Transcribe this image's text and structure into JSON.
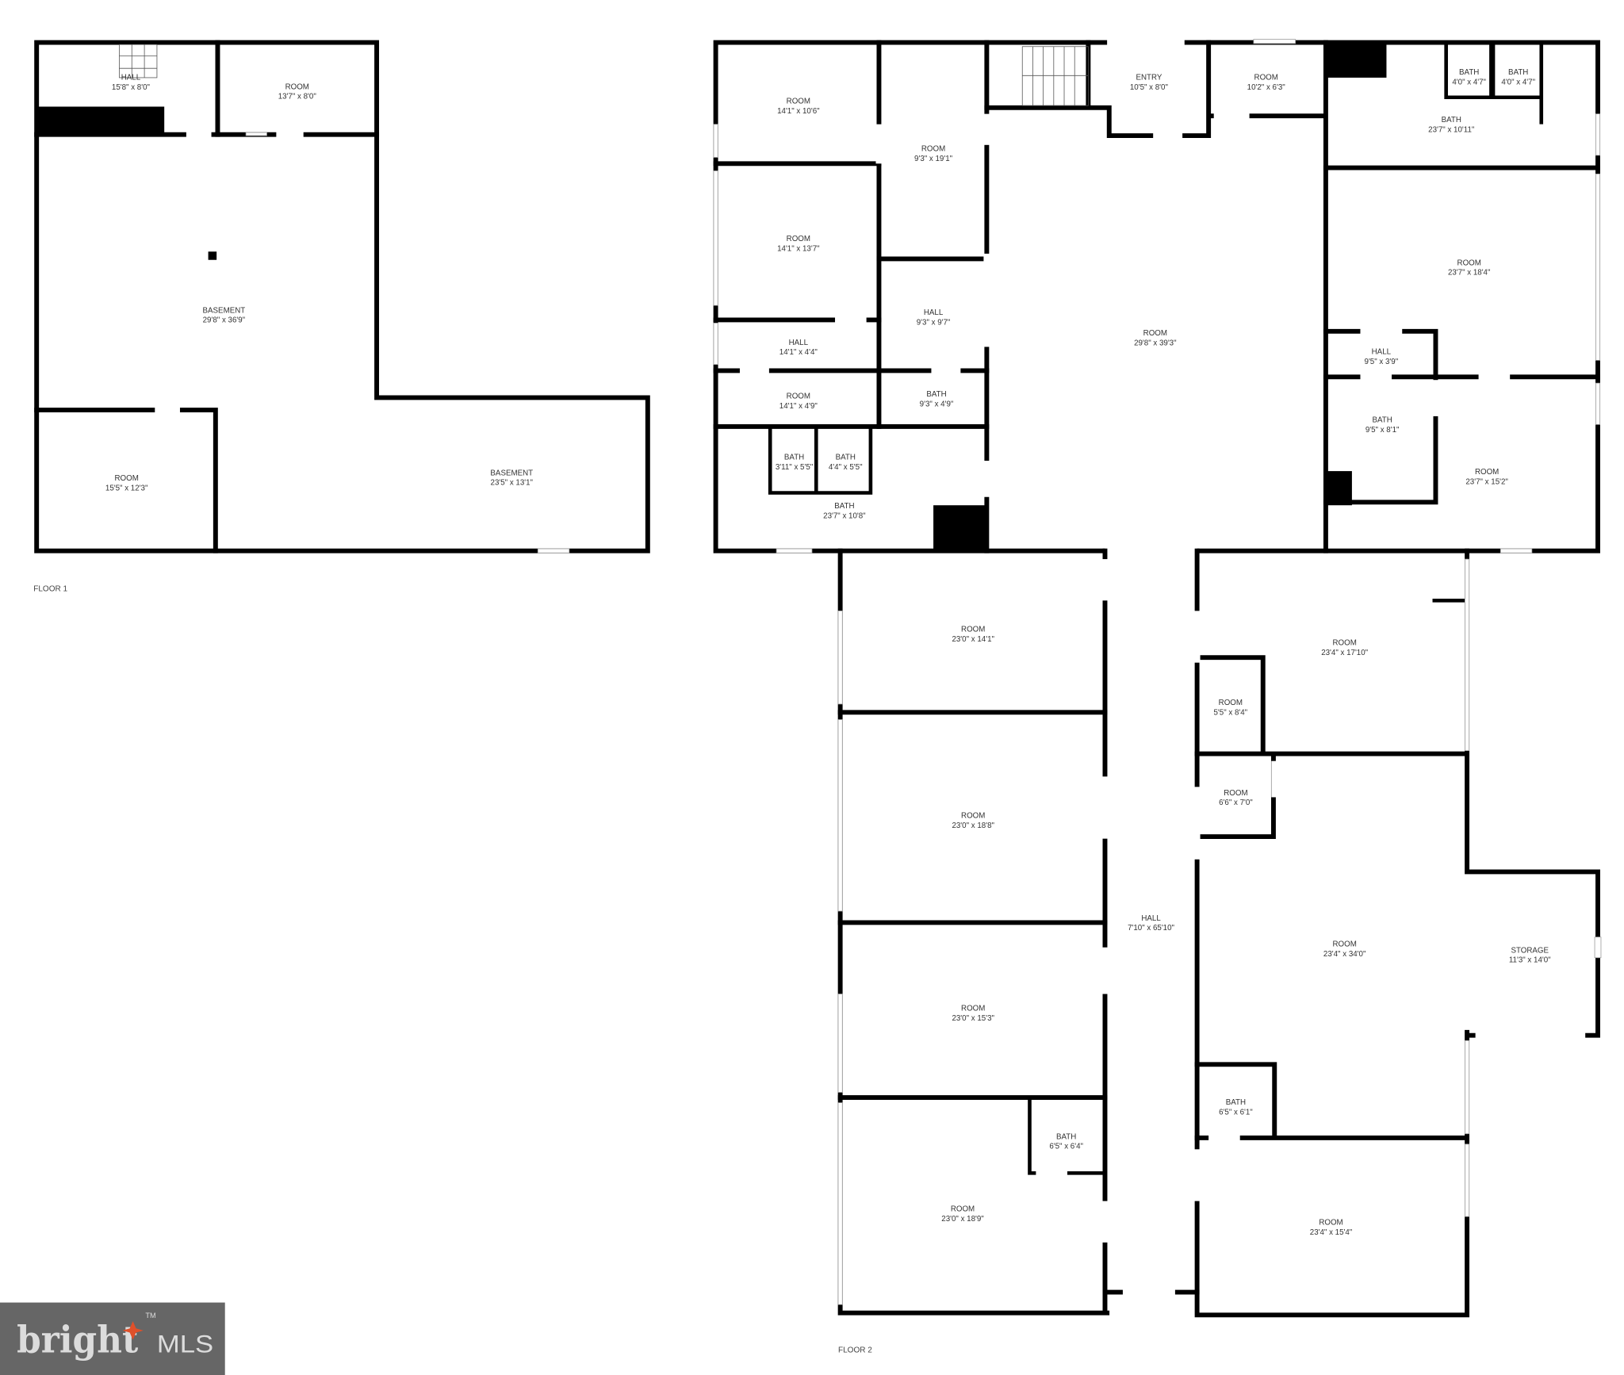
{
  "floor1": {
    "label": "FLOOR 1",
    "rooms": [
      {
        "name": "HALL",
        "size": "15'8\" x 8'0\""
      },
      {
        "name": "ROOM",
        "size": "13'7\" x 8'0\""
      },
      {
        "name": "BASEMENT",
        "size": "29'8\" x 36'9\""
      },
      {
        "name": "ROOM",
        "size": "15'5\" x 12'3\""
      },
      {
        "name": "BASEMENT",
        "size": "23'5\" x 13'1\""
      }
    ]
  },
  "floor2": {
    "label": "FLOOR 2",
    "rooms": [
      {
        "name": "ROOM",
        "size": "14'1\" x 10'6\""
      },
      {
        "name": "ROOM",
        "size": "9'3\" x 19'1\""
      },
      {
        "name": "ENTRY",
        "size": "10'5\" x 8'0\""
      },
      {
        "name": "ROOM",
        "size": "10'2\" x 6'3\""
      },
      {
        "name": "BATH",
        "size": "4'0\" x 4'7\""
      },
      {
        "name": "BATH",
        "size": "4'0\" x 4'7\""
      },
      {
        "name": "BATH",
        "size": "23'7\" x 10'11\""
      },
      {
        "name": "ROOM",
        "size": "14'1\" x 13'7\""
      },
      {
        "name": "ROOM",
        "size": "29'8\" x 39'3\""
      },
      {
        "name": "ROOM",
        "size": "23'7\" x 18'4\""
      },
      {
        "name": "HALL",
        "size": "9'3\" x 9'7\""
      },
      {
        "name": "HALL",
        "size": "14'1\" x 4'4\""
      },
      {
        "name": "HALL",
        "size": "9'5\" x 3'9\""
      },
      {
        "name": "ROOM",
        "size": "14'1\" x 4'9\""
      },
      {
        "name": "BATH",
        "size": "9'3\" x 4'9\""
      },
      {
        "name": "BATH",
        "size": "9'5\" x 8'1\""
      },
      {
        "name": "BATH",
        "size": "3'11\" x 5'5\""
      },
      {
        "name": "BATH",
        "size": "4'4\" x 5'5\""
      },
      {
        "name": "BATH",
        "size": "23'7\" x 10'8\""
      },
      {
        "name": "ROOM",
        "size": "23'7\" x 15'2\""
      },
      {
        "name": "ROOM",
        "size": "23'0\" x 14'1\""
      },
      {
        "name": "ROOM",
        "size": "23'4\" x 17'10\""
      },
      {
        "name": "ROOM",
        "size": "5'5\" x 8'4\""
      },
      {
        "name": "ROOM",
        "size": "6'6\" x 7'0\""
      },
      {
        "name": "ROOM",
        "size": "23'0\" x 18'8\""
      },
      {
        "name": "HALL",
        "size": "7'10\" x 65'10\""
      },
      {
        "name": "ROOM",
        "size": "23'4\" x 34'0\""
      },
      {
        "name": "STORAGE",
        "size": "11'3\" x 14'0\""
      },
      {
        "name": "ROOM",
        "size": "23'0\" x 15'3\""
      },
      {
        "name": "BATH",
        "size": "6'5\" x 6'1\""
      },
      {
        "name": "BATH",
        "size": "6'5\" x 6'4\""
      },
      {
        "name": "ROOM",
        "size": "23'0\" x 18'9\""
      },
      {
        "name": "ROOM",
        "size": "23'4\" x 15'4\""
      }
    ]
  },
  "logo": {
    "word": "bright",
    "suffix": "MLS",
    "tm": "TM",
    "background": "#666666",
    "accent": "#e0502a"
  },
  "colors": {
    "wall": "#000000",
    "background": "#ffffff"
  }
}
